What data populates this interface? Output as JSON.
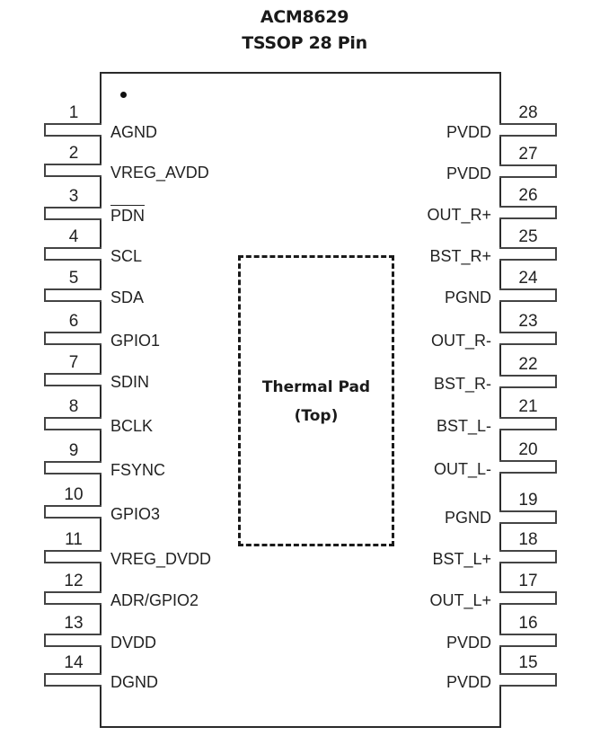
{
  "title": {
    "part_number": "ACM8629",
    "package": "TSSOP 28 Pin"
  },
  "thermal_pad": {
    "line1": "Thermal Pad",
    "line2": "(Top)"
  },
  "pins_left": [
    {
      "number": "1",
      "name": "AGND",
      "overbar": false
    },
    {
      "number": "2",
      "name": "VREG_AVDD",
      "overbar": false
    },
    {
      "number": "3",
      "name": "PDN",
      "overbar": true
    },
    {
      "number": "4",
      "name": "SCL",
      "overbar": false
    },
    {
      "number": "5",
      "name": "SDA",
      "overbar": false
    },
    {
      "number": "6",
      "name": "GPIO1",
      "overbar": false
    },
    {
      "number": "7",
      "name": "SDIN",
      "overbar": false
    },
    {
      "number": "8",
      "name": "BCLK",
      "overbar": false
    },
    {
      "number": "9",
      "name": "FSYNC",
      "overbar": false
    },
    {
      "number": "10",
      "name": "GPIO3",
      "overbar": false
    },
    {
      "number": "11",
      "name": "VREG_DVDD",
      "overbar": false
    },
    {
      "number": "12",
      "name": "ADR/GPIO2",
      "overbar": false
    },
    {
      "number": "13",
      "name": "DVDD",
      "overbar": false
    },
    {
      "number": "14",
      "name": "DGND",
      "overbar": false
    }
  ],
  "pins_right": [
    {
      "number": "28",
      "name": "PVDD"
    },
    {
      "number": "27",
      "name": "PVDD"
    },
    {
      "number": "26",
      "name": "OUT_R+"
    },
    {
      "number": "25",
      "name": "BST_R+"
    },
    {
      "number": "24",
      "name": "PGND"
    },
    {
      "number": "23",
      "name": "OUT_R-"
    },
    {
      "number": "22",
      "name": "BST_R-"
    },
    {
      "number": "21",
      "name": "BST_L-"
    },
    {
      "number": "20",
      "name": "OUT_L-"
    },
    {
      "number": "19",
      "name": "PGND"
    },
    {
      "number": "18",
      "name": "BST_L+"
    },
    {
      "number": "17",
      "name": "OUT_L+"
    },
    {
      "number": "16",
      "name": "PVDD"
    },
    {
      "number": "15",
      "name": "PVDD"
    }
  ]
}
